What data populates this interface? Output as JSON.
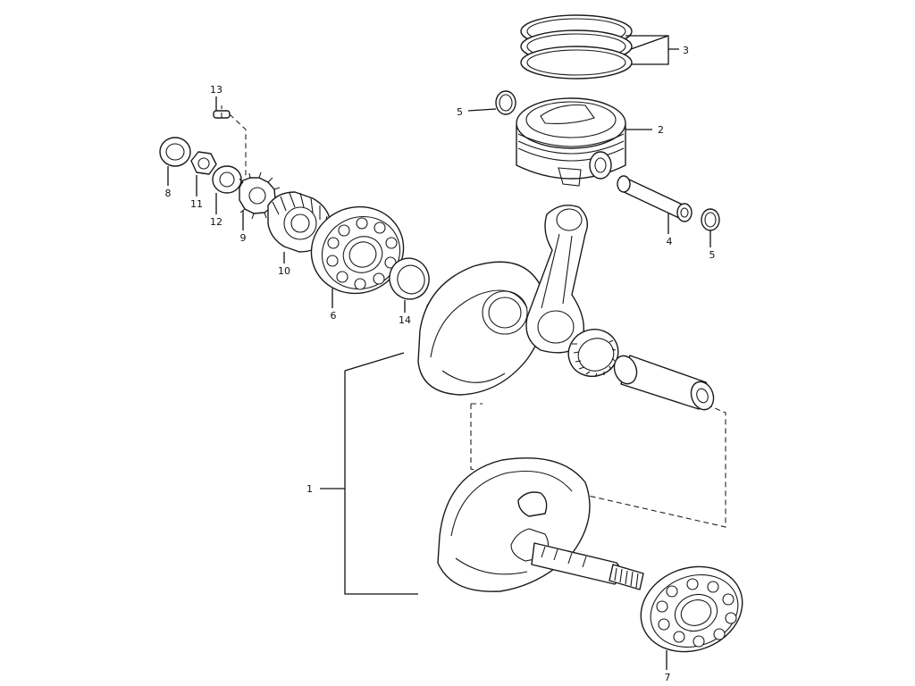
{
  "callouts": [
    {
      "id": "c1",
      "text": "1"
    },
    {
      "id": "c2",
      "text": "2"
    },
    {
      "id": "c3",
      "text": "3"
    },
    {
      "id": "c4",
      "text": "4"
    },
    {
      "id": "c5a",
      "text": "5"
    },
    {
      "id": "c5b",
      "text": "5"
    },
    {
      "id": "c6",
      "text": "6"
    },
    {
      "id": "c7",
      "text": "7"
    },
    {
      "id": "c8",
      "text": "8"
    },
    {
      "id": "c9",
      "text": "9"
    },
    {
      "id": "c10",
      "text": "10"
    },
    {
      "id": "c11",
      "text": "11"
    },
    {
      "id": "c12",
      "text": "12"
    },
    {
      "id": "c13",
      "text": "13"
    },
    {
      "id": "c14",
      "text": "14"
    }
  ],
  "colors": {
    "line": "#1a1a1a",
    "background": "#ffffff"
  }
}
